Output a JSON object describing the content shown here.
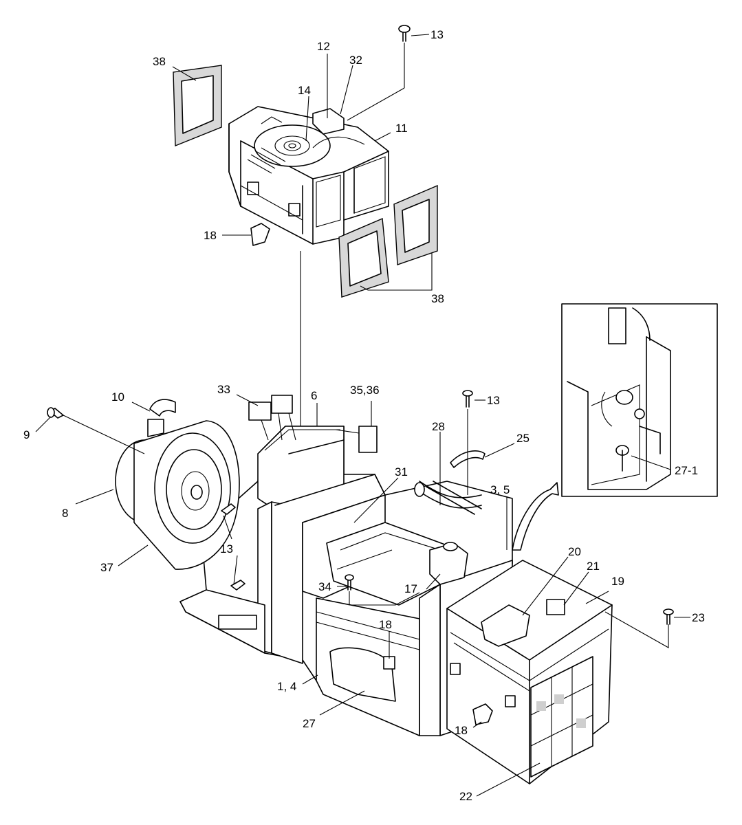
{
  "diagram": {
    "callouts": {
      "c38_top": "38",
      "c12": "12",
      "c32": "32",
      "c13_top": "13",
      "c14": "14",
      "c11": "11",
      "c18_top": "18",
      "c38_right": "38",
      "c33": "33",
      "c6": "6",
      "c35_36": "35,36",
      "c13_mid": "13",
      "c10": "10",
      "c9": "9",
      "c28": "28",
      "c25": "25",
      "c31": "31",
      "c3_5": "3, 5",
      "c8": "8",
      "c13_left": "13",
      "c37": "37",
      "c20": "20",
      "c21": "21",
      "c19": "19",
      "c34": "34",
      "c17": "17",
      "c18_mid": "18",
      "c23": "23",
      "c1_4": "1, 4",
      "c27": "27",
      "c18_low": "18",
      "c22": "22",
      "c27_1": "27-1"
    }
  }
}
